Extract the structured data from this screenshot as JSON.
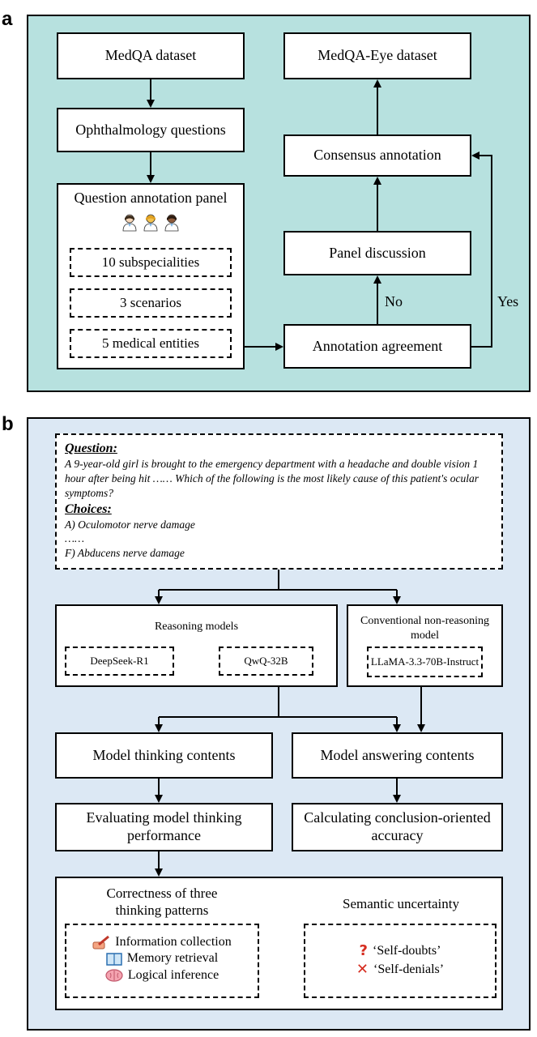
{
  "panel_a": {
    "label": "a",
    "medqa": "MedQA dataset",
    "ophthalmology": "Ophthalmology questions",
    "panel_title": "Question annotation panel",
    "subspecialities": "10 subspecialities",
    "scenarios": "3 scenarios",
    "entities": "5 medical entities",
    "medqa_eye": "MedQA-Eye dataset",
    "consensus": "Consensus annotation",
    "discussion": "Panel discussion",
    "agreement": "Annotation agreement",
    "no": "No",
    "yes": "Yes",
    "background": "#b7e1df"
  },
  "panel_b": {
    "label": "b",
    "background": "#dce8f4",
    "question_head": "Question:",
    "question_text": "A 9-year-old girl is brought to the emergency department with a headache and double vision 1 hour after being hit …… Which of the following is the most likely cause of this patient's ocular symptoms?",
    "choices_head": "Choices:",
    "choice_a": "A) Oculomotor nerve damage",
    "choice_ellipsis": "……",
    "choice_f": "F) Abducens nerve damage",
    "reasoning_title": "Reasoning models",
    "deepseek": "DeepSeek-R1",
    "qwq": "QwQ-32B",
    "conventional_title": "Conventional non-reasoning model",
    "llama": "LLaMA-3.3-70B-Instruct",
    "thinking": "Model thinking contents",
    "answering": "Model answering contents",
    "eval_thinking": "Evaluating model thinking performance",
    "calc_accuracy": "Calculating conclusion-oriented accuracy",
    "correctness_title": "Correctness of three thinking patterns",
    "info_collection": "Information collection",
    "memory_retrieval": "Memory retrieval",
    "logical_inference": "Logical inference",
    "uncertainty_title": "Semantic uncertainty",
    "self_doubts": "‘Self-doubts’",
    "self_denials": "‘Self-denials’"
  }
}
